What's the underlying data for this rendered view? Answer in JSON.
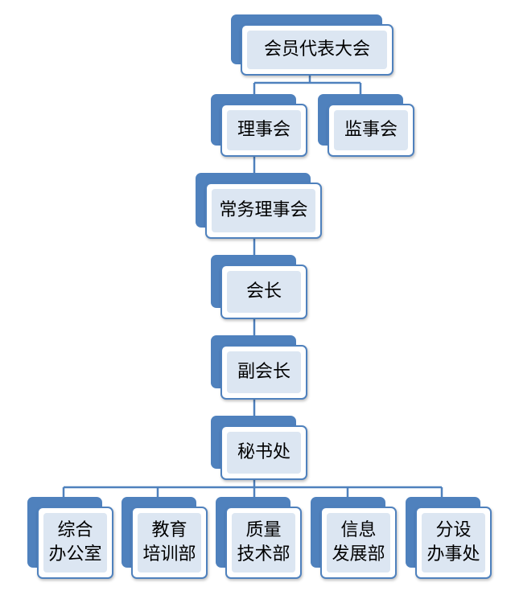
{
  "diagram": {
    "colors": {
      "connector": "#4f81bd",
      "box_back": "#4f81bd",
      "box_border": "#4f81bd",
      "box_fill": "#dce6f2"
    },
    "nodes": {
      "assembly": "会员代表大会",
      "council": "理事会",
      "supervisory": "监事会",
      "standing_council": "常务理事会",
      "president": "会长",
      "vice_president": "副会长",
      "secretariat": "秘书处",
      "general_office": "综合\n办公室",
      "education_training": "教育\n培训部",
      "quality_tech": "质量\n技术部",
      "info_development": "信息\n发展部",
      "branch_office": "分设\n办事处"
    }
  }
}
